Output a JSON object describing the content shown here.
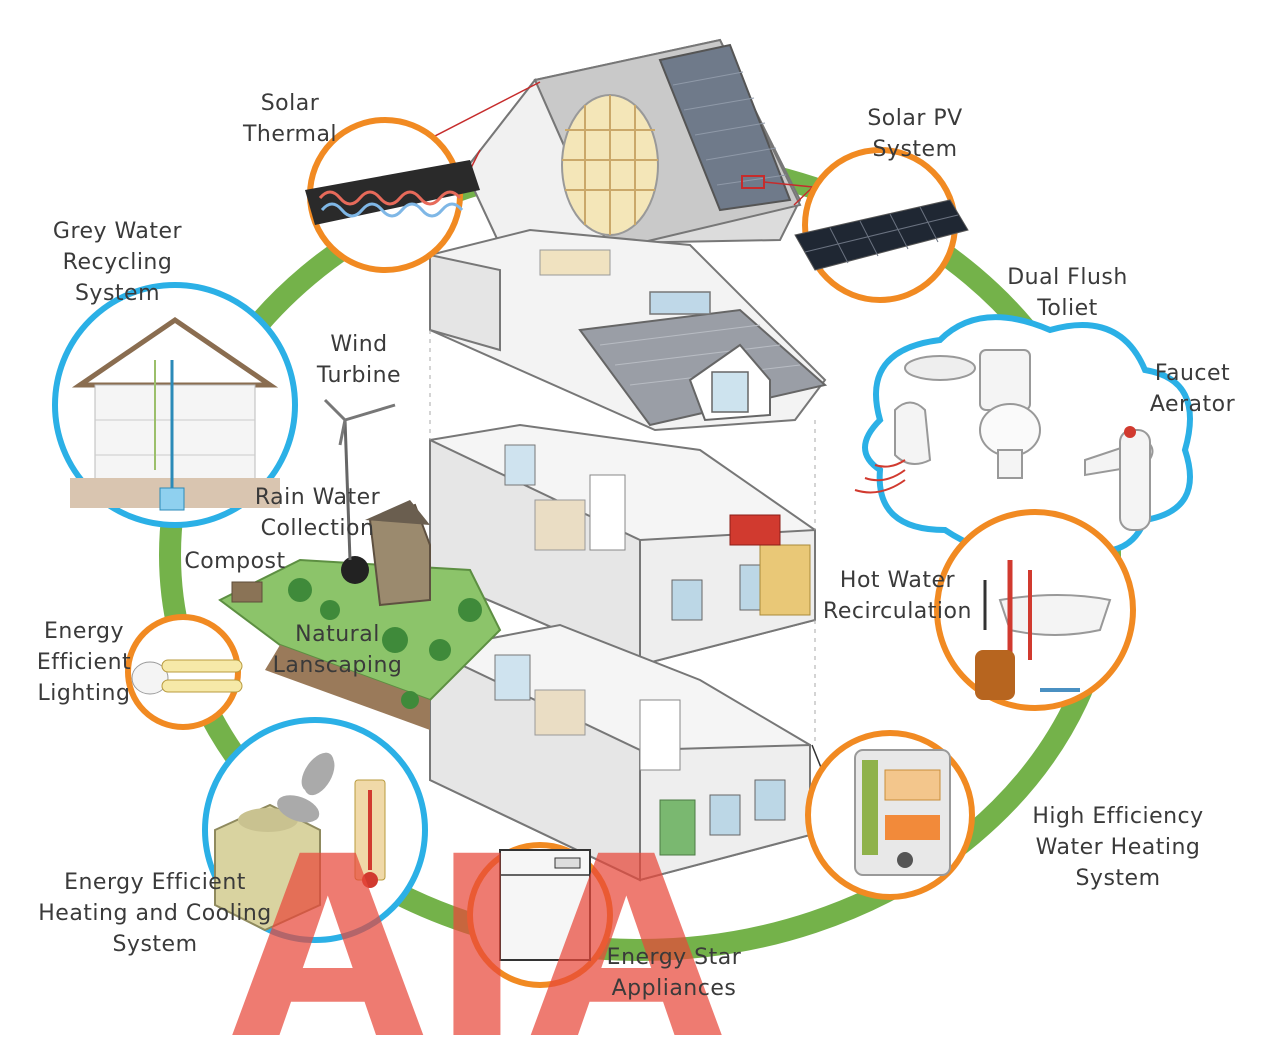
{
  "colors": {
    "ring": "#74b24a",
    "orange": "#f18a22",
    "blue": "#2bb0e6",
    "watermark": "#e8483a"
  },
  "watermark": {
    "text": "AIA"
  },
  "labels": {
    "solar_thermal": [
      "Solar",
      "Thermal"
    ],
    "solar_pv": [
      "Solar PV",
      "System"
    ],
    "grey_water": [
      "Grey Water",
      "Recycling",
      "System"
    ],
    "wind_turbine": [
      "Wind",
      "Turbine"
    ],
    "dual_flush": [
      "Dual Flush",
      "Toliet"
    ],
    "faucet_aerator": [
      "Faucet",
      "Aerator"
    ],
    "rain_water": [
      "Rain Water",
      "Collection"
    ],
    "compost": [
      "Compost"
    ],
    "hot_water": [
      "Hot Water",
      "Recirculation"
    ],
    "natural_landscaping": [
      "Natural",
      "Lanscaping"
    ],
    "efficient_lighting": [
      "Energy",
      "Efficient",
      "Lighting"
    ],
    "high_efficiency_water": [
      "High Efficiency",
      "Water Heating",
      "System"
    ],
    "heating_cooling": [
      "Energy Efficient",
      "Heating and Cooling",
      "System"
    ],
    "energy_star": [
      "Energy Star",
      "Appliances"
    ]
  },
  "icons": {
    "solar_thermal": "solar-thermal-collector-icon",
    "solar_pv": "solar-pv-panel-icon",
    "grey_water": "grey-water-house-icon",
    "toilet": "dual-flush-toilet-icon",
    "hot_water": "hot-water-recirculation-icon",
    "lighting": "cfl-bulb-icon",
    "water_heater": "tankless-water-heater-icon",
    "hvac": "hvac-unit-icon",
    "appliance": "dishwasher-icon"
  }
}
